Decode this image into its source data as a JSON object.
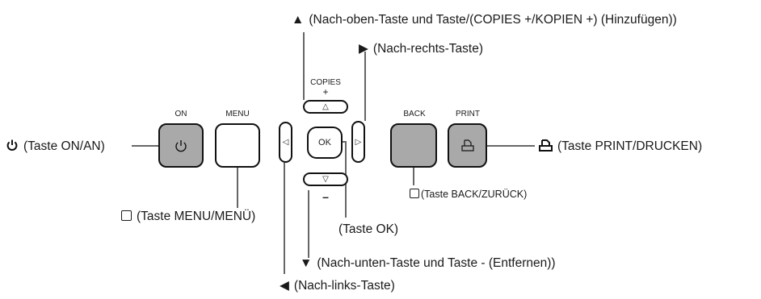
{
  "labels": {
    "up": "(Nach-oben-Taste und Taste/(COPIES +/KOPIEN +) (Hinzufügen))",
    "right": "(Nach-rechts-Taste)",
    "on": "(Taste ON/AN)",
    "menu": "(Taste MENU/MENÜ)",
    "ok": "(Taste OK)",
    "back": "(Taste BACK/ZURÜCK)",
    "print": "(Taste PRINT/DRUCKEN)",
    "down": "(Nach-unten-Taste und Taste - (Entfernen))",
    "left": "(Nach-links-Taste)"
  },
  "button_captions": {
    "on": "ON",
    "menu": "MENU",
    "copies": "COPIES",
    "plus": "+",
    "minus": "–",
    "back": "BACK",
    "print": "PRINT",
    "ok": "OK"
  },
  "glyphs": {
    "up": "▲",
    "right": "▶",
    "down": "▼",
    "left": "◀",
    "up_small": "△",
    "down_small": "▽",
    "left_small": "◁",
    "right_small": "▷"
  },
  "icons": {
    "power": "power-icon",
    "print": "print-icon",
    "menu_square": "square-icon"
  },
  "colors": {
    "gray_button": "#a9a9a9",
    "outline": "#111111",
    "leader_line": "#666666"
  }
}
